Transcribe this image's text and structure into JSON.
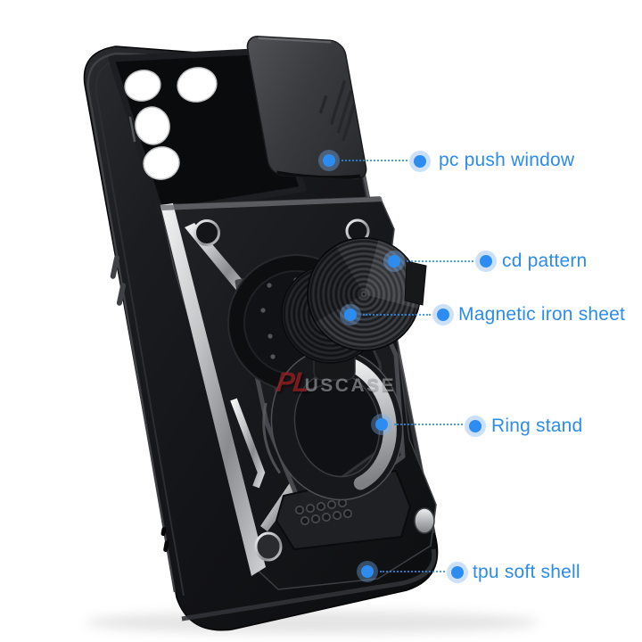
{
  "watermark": {
    "logo": "PL",
    "text": "USCASE"
  },
  "annotations": [
    {
      "id": "pc-push-window",
      "label": "pc push window"
    },
    {
      "id": "cd-pattern",
      "label": "cd pattern"
    },
    {
      "id": "magnetic-iron-sheet",
      "label": "Magnetic iron sheet"
    },
    {
      "id": "ring-stand",
      "label": "Ring stand"
    },
    {
      "id": "tpu-soft-shell",
      "label": "tpu soft shell"
    }
  ],
  "colors": {
    "background": "#FFFFFF",
    "accent_blue": "#2C8CEB",
    "dot_core": "#2D8CF0",
    "dot_halo": "rgba(120,175,240,0.38)",
    "watermark_red": "rgba(158,30,34,0.85)",
    "watermark_gray": "#9FA1A4",
    "case_black": "#141416",
    "armor_silver": "#C6C7C9",
    "window_gray": "#3A3B3F"
  }
}
